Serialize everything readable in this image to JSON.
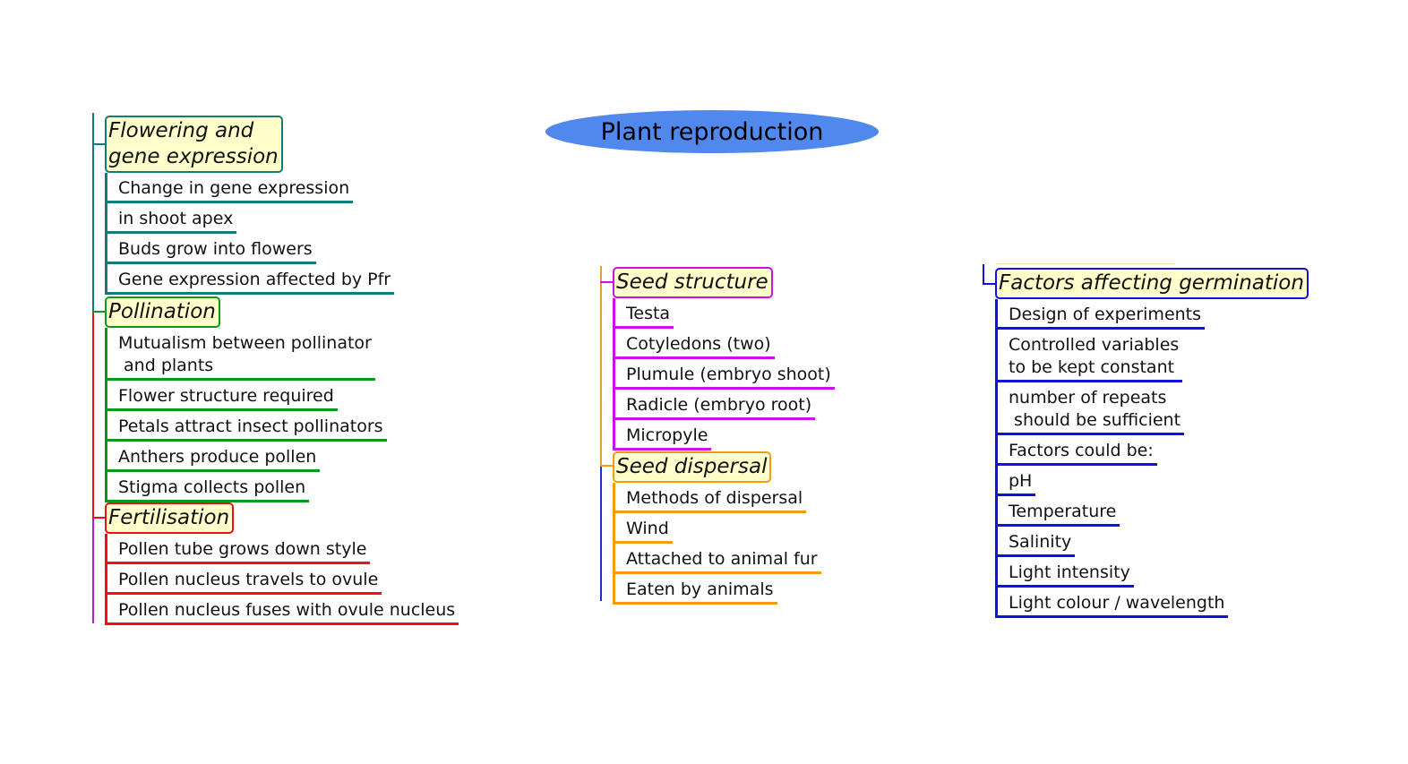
{
  "title": "Plant reproduction",
  "groups": [
    {
      "id": "flowering",
      "title": "Flowering and\ngene expression",
      "color": "#157a7a",
      "items": [
        "Change in gene expression",
        "in shoot apex",
        "Buds grow into flowers",
        "Gene expression affected by Pfr"
      ]
    },
    {
      "id": "pollination",
      "title": "Pollination",
      "color": "#0a9a1a",
      "items": [
        "Mutualism between pollinator\n and plants",
        "Flower structure required",
        "Petals attract insect pollinators",
        "Anthers produce pollen",
        "Stigma collects pollen"
      ]
    },
    {
      "id": "fertilisation",
      "title": "Fertilisation",
      "color": "#f01010",
      "items": [
        "Pollen tube grows down style",
        "Pollen nucleus travels to ovule",
        "Pollen nucleus fuses with ovule nucleus"
      ]
    },
    {
      "id": "seed-structure",
      "title": "Seed structure",
      "color": "#cc10e8",
      "items": [
        "Testa",
        "Cotyledons (two)",
        "Plumule (embryo shoot)",
        "Radicle (embryo root)",
        "Micropyle"
      ]
    },
    {
      "id": "seed-dispersal",
      "title": "Seed dispersal",
      "color": "#f89a10",
      "items": [
        "Methods of dispersal",
        "Wind",
        "Attached to animal fur",
        "Eaten by animals"
      ]
    },
    {
      "id": "germination",
      "title": "Factors affecting germination",
      "color": "#1010e0",
      "items": [
        "Design of experiments",
        "Controlled variables\nto be kept constant",
        "number of repeats\n should be sufficient",
        "Factors could be:",
        "pH",
        "Temperature",
        "Salinity",
        "Light intensity",
        "Light colour / wavelength"
      ]
    }
  ]
}
